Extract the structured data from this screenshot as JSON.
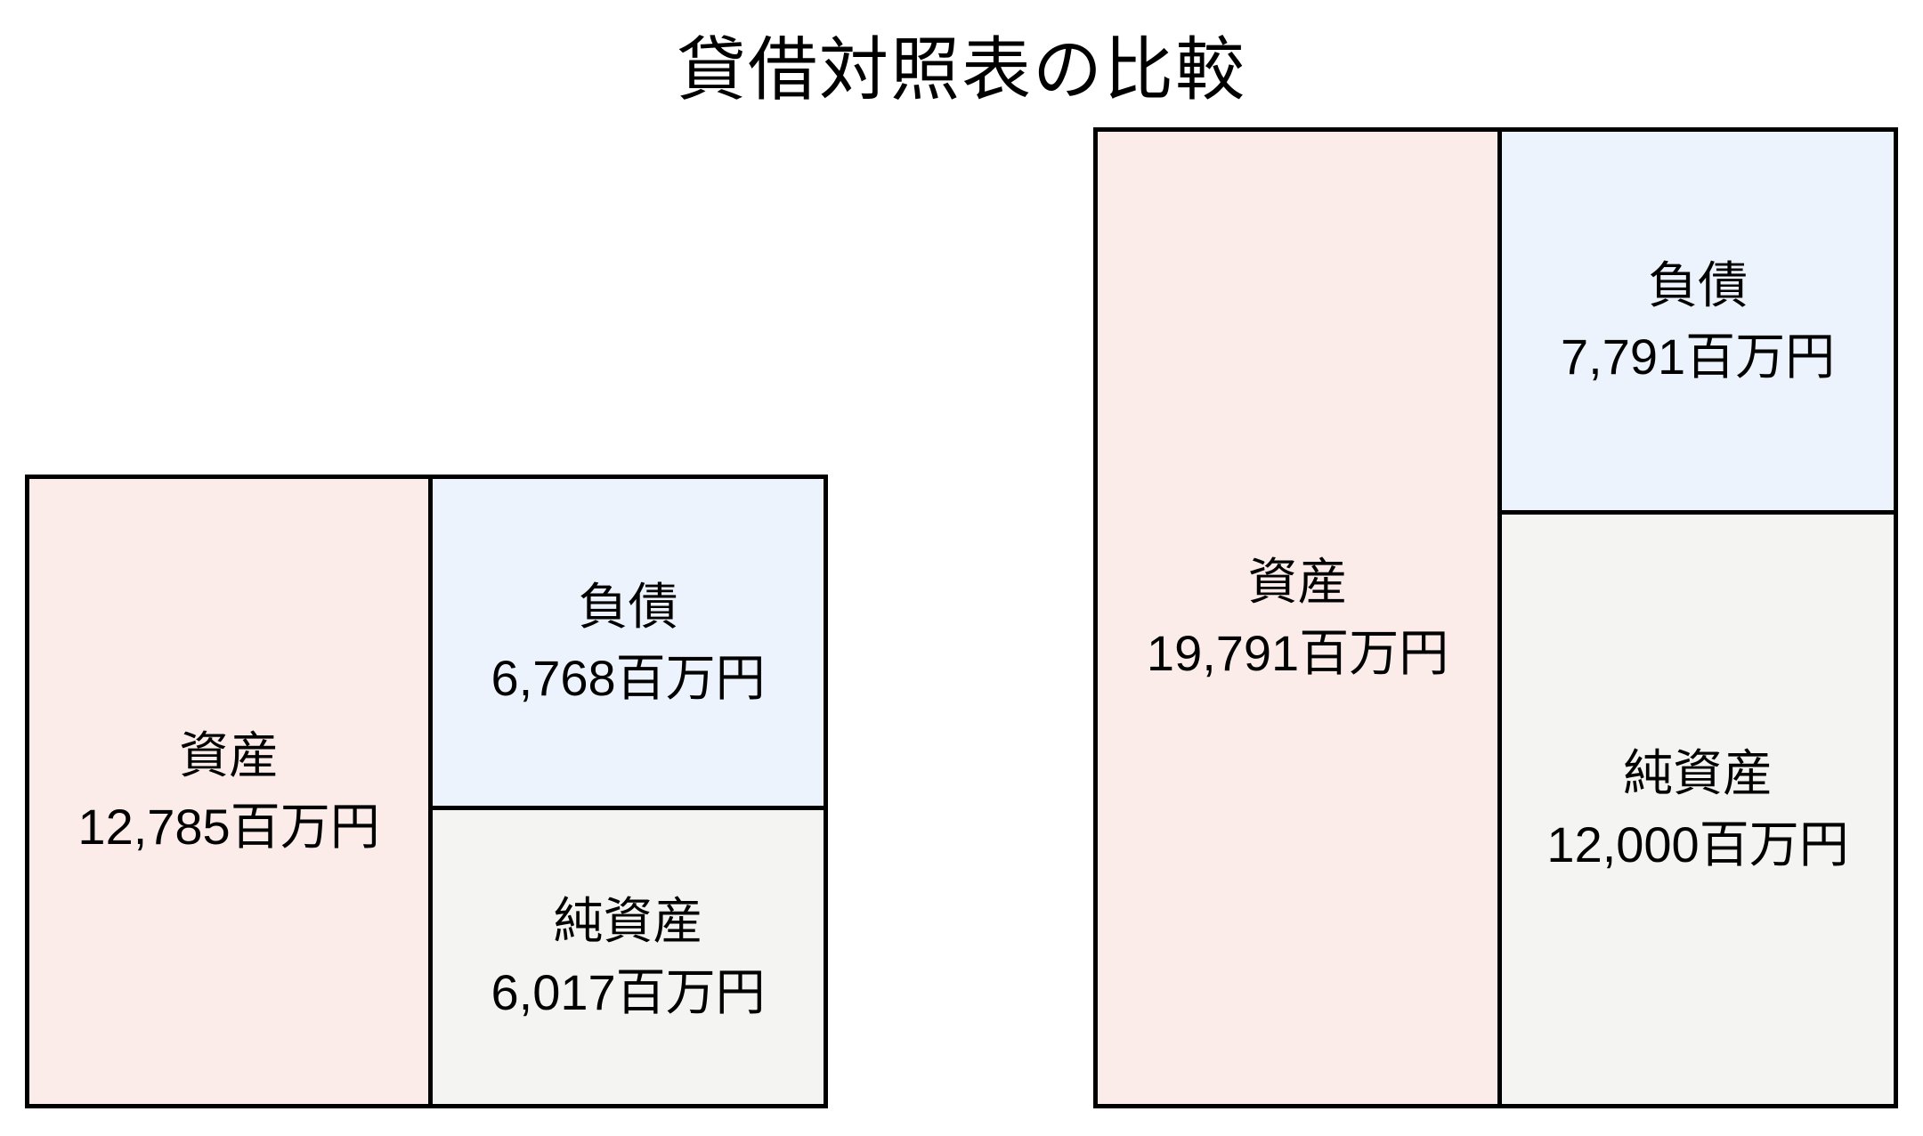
{
  "title": "貸借対照表の比較",
  "chart_data": {
    "type": "bar",
    "subtype": "stacked-balance-sheet-box-comparison",
    "title": "貸借対照表の比較",
    "unit": "百万円",
    "legend": false,
    "grid": false,
    "background": "#ffffff",
    "border_color": "#000000",
    "colors": {
      "assets": "#fcece9",
      "liabilities": "#ecf3fc",
      "net_assets": "#f4f4f2"
    },
    "layout_hint": "two balance-sheet boxes, bottom-aligned, heights proportional to total assets; assets = left column, liabilities = top right, net assets = bottom right",
    "charts": [
      {
        "name": "balance-sheet-1",
        "total": 12785,
        "segments": [
          {
            "key": "assets",
            "label": "資産",
            "value": 12785,
            "value_display": "12,785百万円",
            "color": "#fcece9",
            "position": "left-column"
          },
          {
            "key": "liabilities",
            "label": "負債",
            "value": 6768,
            "value_display": "6,768百万円",
            "color": "#ecf3fc",
            "position": "right-top"
          },
          {
            "key": "net_assets",
            "label": "純資産",
            "value": 6017,
            "value_display": "6,017百万円",
            "color": "#f4f4f2",
            "position": "right-bottom"
          }
        ]
      },
      {
        "name": "balance-sheet-2",
        "total": 19791,
        "segments": [
          {
            "key": "assets",
            "label": "資産",
            "value": 19791,
            "value_display": "19,791百万円",
            "color": "#fcece9",
            "position": "left-column"
          },
          {
            "key": "liabilities",
            "label": "負債",
            "value": 7791,
            "value_display": "7,791百万円",
            "color": "#ecf3fc",
            "position": "right-top"
          },
          {
            "key": "net_assets",
            "label": "純資産",
            "value": 12000,
            "value_display": "12,000百万円",
            "color": "#f4f4f2",
            "position": "right-bottom"
          }
        ]
      }
    ]
  }
}
